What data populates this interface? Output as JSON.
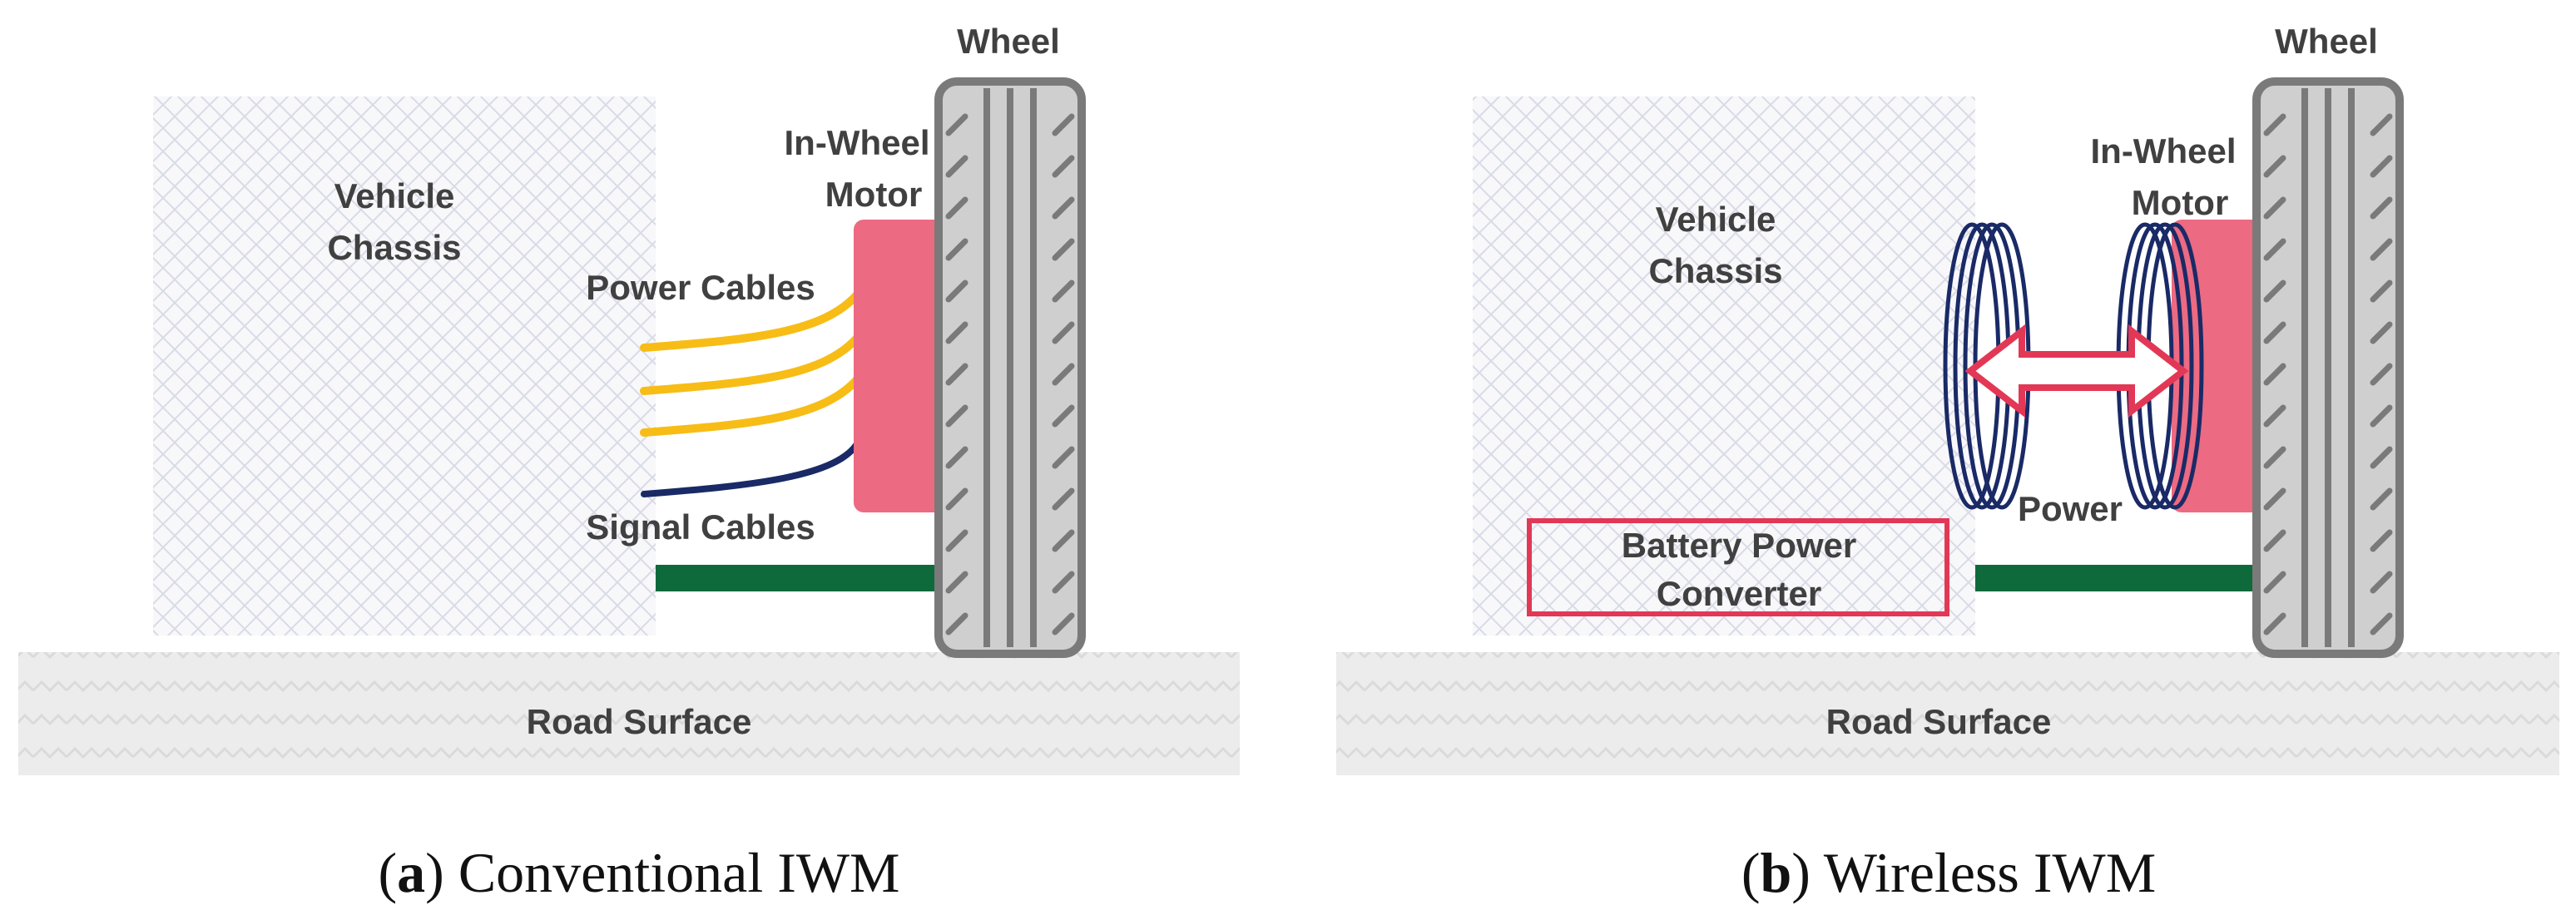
{
  "panel_a": {
    "wheel_label": "Wheel",
    "motor_label_line1": "In-Wheel",
    "motor_label_line2": "Motor",
    "chassis_label_line1": "Vehicle",
    "chassis_label_line2": "Chassis",
    "power_cables_label": "Power Cables",
    "signal_cables_label": "Signal Cables",
    "road_label": "Road Surface",
    "caption_letter": "a",
    "caption_text": "Conventional IWM"
  },
  "panel_b": {
    "wheel_label": "Wheel",
    "motor_label_line1": "In-Wheel",
    "motor_label_line2": "Motor",
    "chassis_label_line1": "Vehicle",
    "chassis_label_line2": "Chassis",
    "converter_label_line1": "Battery Power",
    "converter_label_line2": "Converter",
    "power_label": "Power",
    "road_label": "Road Surface",
    "caption_letter": "b",
    "caption_text": "Wireless IWM"
  },
  "colors": {
    "motor": "#ec6a82",
    "power_cable": "#f7bd16",
    "signal_cable": "#1a2a66",
    "axle": "#0e6a3a",
    "coil": "#1a2a66",
    "arrow": "#e23856",
    "converter_border": "#e23856",
    "wheel_fill": "#cfcfcf",
    "wheel_stroke": "#7a7a7a",
    "road_fill": "#ececec",
    "chassis_fill": "#f7f7fa"
  }
}
